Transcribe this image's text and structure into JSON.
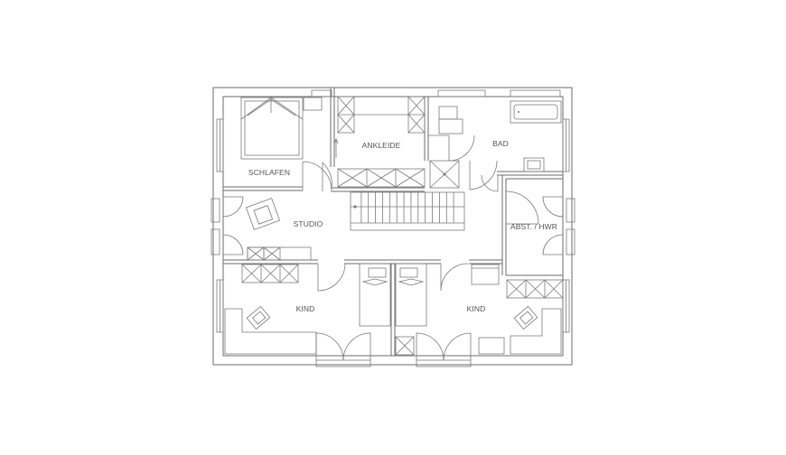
{
  "rooms": {
    "schlafen": "SCHLAFEN",
    "ankleide": "ANKLEIDE",
    "bad": "BAD",
    "studio": "STUDIO",
    "abst_hwr": "ABST. / HWR",
    "kind_left": "KIND",
    "kind_right": "KIND"
  },
  "colors": {
    "wall": "#6b6b6b",
    "detail": "#7a7a7a",
    "label": "#555555",
    "background": "#ffffff"
  }
}
